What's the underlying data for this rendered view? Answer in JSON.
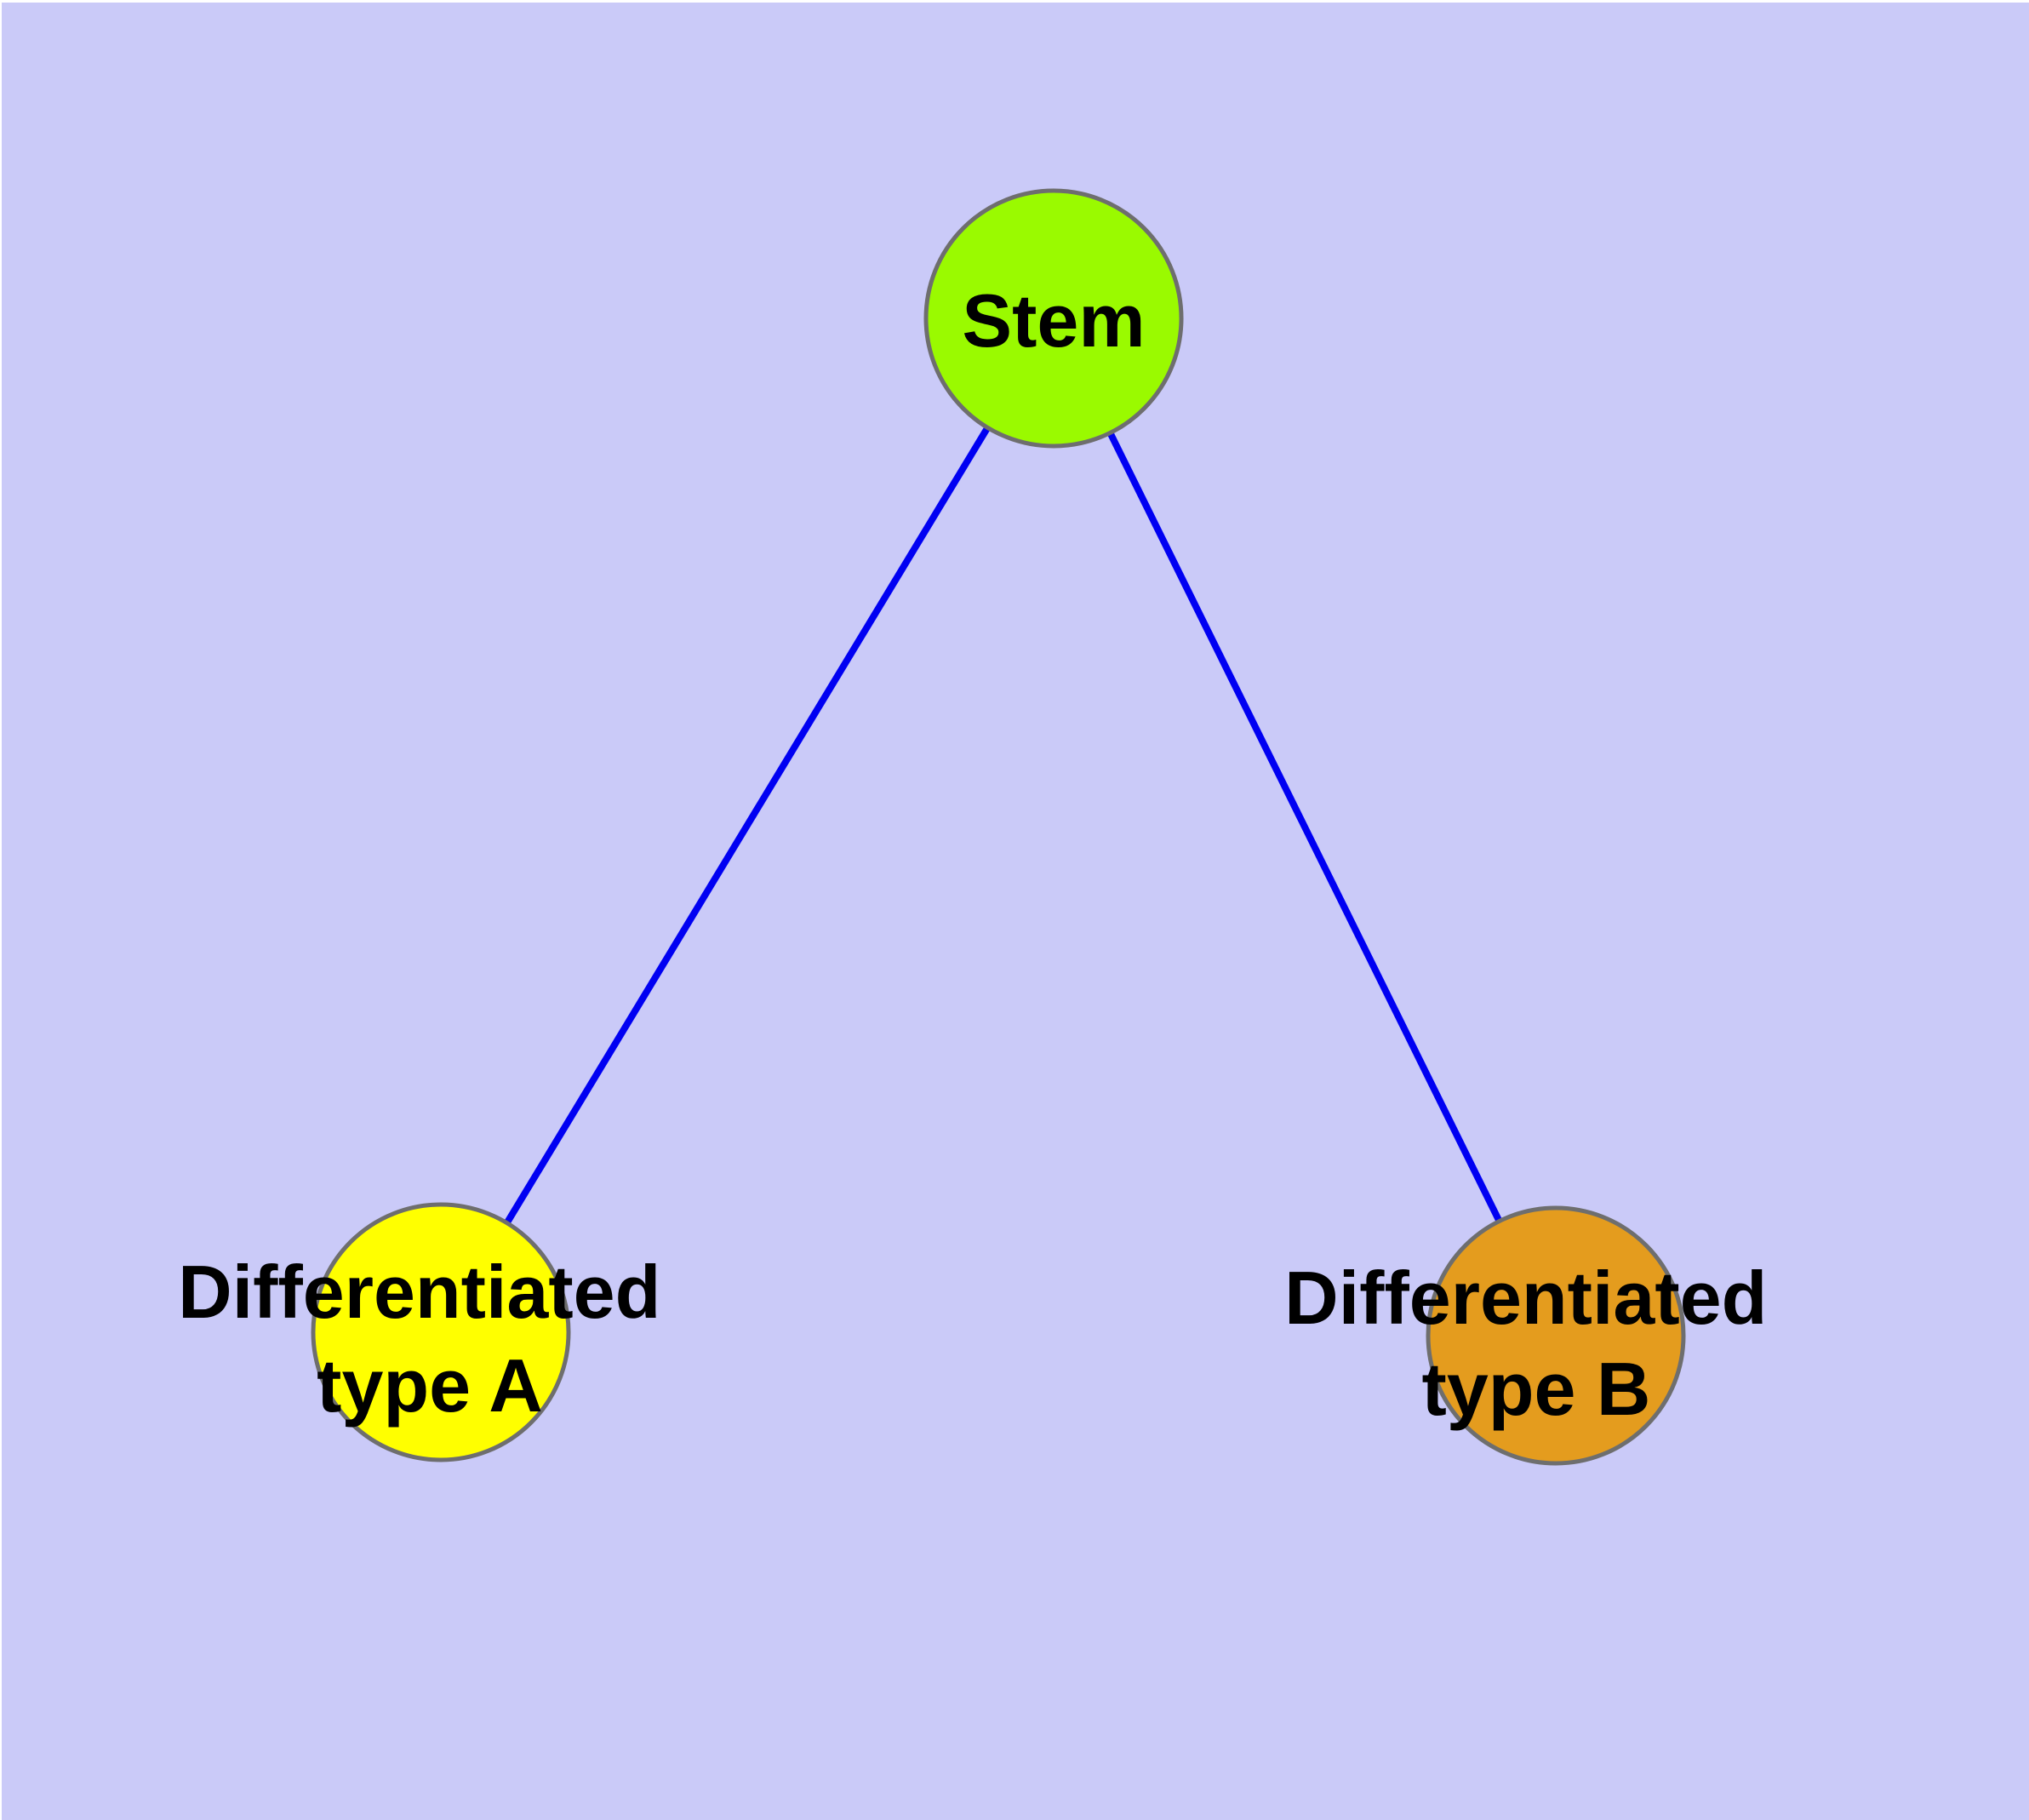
{
  "diagram": {
    "title": "stem-cell-differentiation-graph",
    "background_color": "#CACAF8",
    "page_border_color": "#FFFFFF",
    "node_border_color": "#6E6E6E",
    "edge_color": "#0000F2",
    "text_color": "#000000",
    "nodes": {
      "stem": {
        "label": "Stem",
        "fill": "#9AFA00"
      },
      "type_a": {
        "label_line1": "Differentiated",
        "label_line2": "type A",
        "fill": "#FFFF00"
      },
      "type_b": {
        "label_line1": "Differentiated",
        "label_line2": "type B",
        "fill": "#E49C1E"
      }
    },
    "edges": [
      {
        "from": "Stem",
        "to": "Differentiated type A"
      },
      {
        "from": "Stem",
        "to": "Differentiated type B"
      }
    ]
  }
}
